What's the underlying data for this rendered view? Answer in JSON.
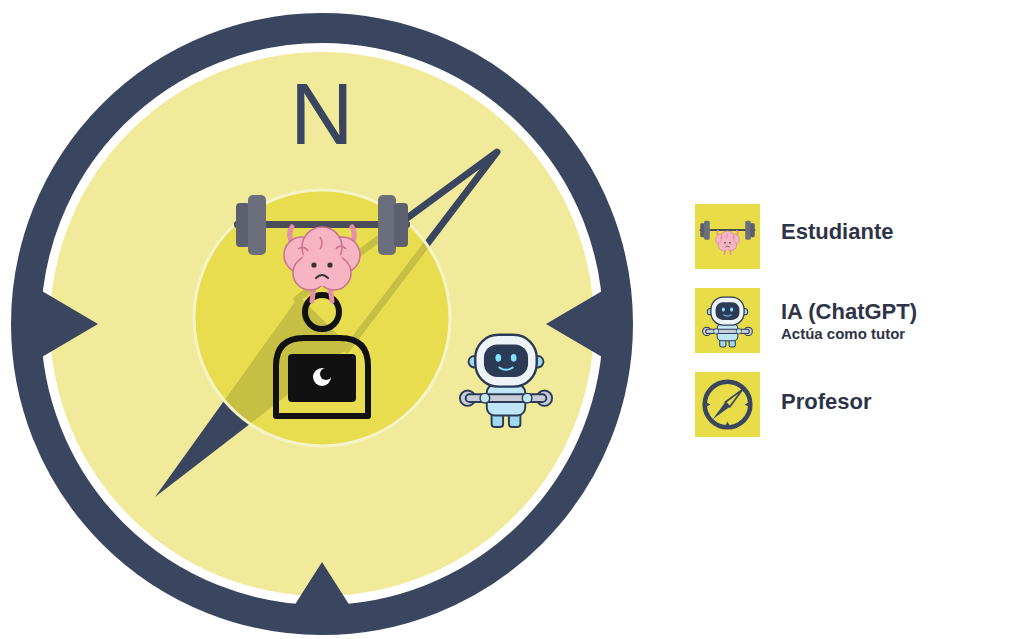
{
  "diagram": {
    "labels": [
      "N",
      "Actúa como tutor"
    ],
    "legend": [
      {
        "text": "Estudiante"
      },
      {
        "text": "IA (ChatGPT)"
      },
      {
        "text": "Profesor"
      }
    ]
  }
}
